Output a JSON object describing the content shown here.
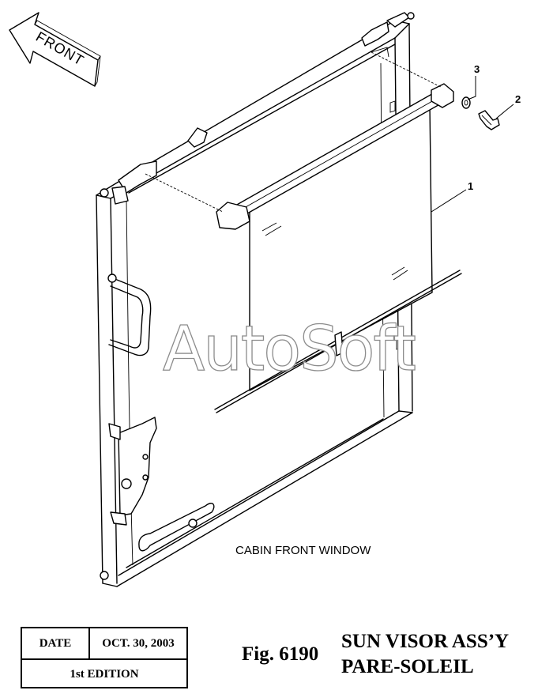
{
  "front_arrow": {
    "label": "FRONT"
  },
  "callouts": [
    "1",
    "2",
    "3"
  ],
  "diagram_caption": "CABIN FRONT WINDOW",
  "watermark": "AutoSoft",
  "info_table": {
    "date_label": "DATE",
    "date_value": "OCT. 30, 2003",
    "edition": "1st EDITION"
  },
  "figure": {
    "number": "Fig. 6190",
    "title_line1": "SUN VISOR ASS’Y",
    "title_line2": "PARE-SOLEIL"
  }
}
